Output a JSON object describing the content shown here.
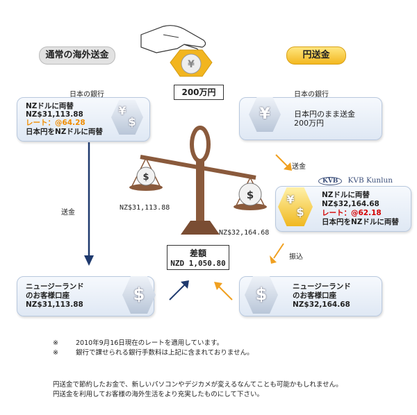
{
  "left_title": "通常の海外送金",
  "right_title": "円送金",
  "top_amount": "200万円",
  "left_bank_label": "日本の銀行",
  "right_bank_label": "日本の銀行",
  "left_card": {
    "line1": "NZドルに両替",
    "line2": "NZ$31,113.88",
    "rate": "レート：@64.28",
    "line4": "日本円をNZドルに両替"
  },
  "right_top_card": {
    "line1": "日本円のまま送金",
    "line2": "200万円"
  },
  "kvb_card": {
    "line1": "NZドルに両替",
    "line2": "NZ$32,164.68",
    "rate": "レート：@62.18",
    "line4": "日本円をNZドルに両替"
  },
  "kvb_logo_text": "KVB",
  "kvb_name": "KVB Kunlun",
  "arrow_label_left": "送金",
  "arrow_label_right_top": "送金",
  "arrow_label_right_bottom": "振込",
  "scale_left_value": "NZ$31,113.88",
  "scale_right_value": "NZ$32,164.68",
  "difference": {
    "label": "差額",
    "value": "NZD 1,050.80"
  },
  "bottom_left_card": {
    "line1": "ニュージーランド",
    "line2": "のお客様口座",
    "line3": "NZ$31,113.88"
  },
  "bottom_right_card": {
    "line1": "ニュージーランド",
    "line2": "のお客様口座",
    "line3": "NZ$32,164.68"
  },
  "notes": [
    {
      "mark": "※",
      "text": "2010年9月16日現在のレートを適用しています。"
    },
    {
      "mark": "※",
      "text": "銀行で課せられる銀行手数料は上記に含まれておりません。"
    }
  ],
  "footer": [
    "円送金で節約したお金で、新しいパソコンやデジカメが変えるなんてことも可能かもしれません。",
    "円送金を利用してお客様の海外生活をより充実したものにして下さい。"
  ],
  "colors": {
    "rate_orange": "#f08c00",
    "rate_red": "#d40000",
    "arrow_navy": "#1f3a6e",
    "arrow_orange": "#f0a020",
    "scale_brown": "#8a5a3c"
  }
}
